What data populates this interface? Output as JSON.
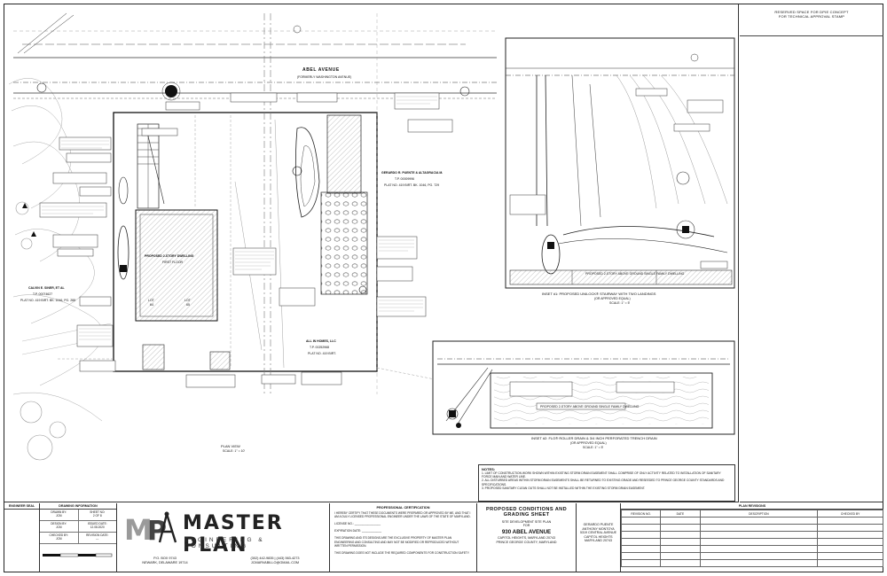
{
  "stamp": {
    "line1": "RESERVED SPACE FOR DPIE CONCEPT",
    "line2": "FOR TECHNICAL APPROVAL STAMP"
  },
  "plan": {
    "street_name": "ABEL AVENUE",
    "street_former": "(FORMERLY WASHINGTON AVENUE)",
    "owner_right_1": "GERARDO R. PUENTE & ALTAGRACIA M.",
    "owner_right_2": "T.P. 00009996",
    "owner_right_3": "PLAT NO. 419 BIRT. BK. 1046, PG. 729",
    "owner_left_1": "CALVIN E. SINER, ET AL",
    "owner_left_2": "T.P. 00074627",
    "owner_left_3": "PLAT NO. 419 BIRT. BK. 1046, PG. 288",
    "owner_bottom_1": "ALL IN HOMES, LLC",
    "owner_bottom_2": "T.P. 00252968",
    "owner_bottom_3": "PLAT NO. 419 BIRT.",
    "dwelling_label": "PROPOSED 2-STORY DWELLING",
    "dwelling_sub": "FIRST FLOOR",
    "lot_a": "LOT",
    "lot_a_num": "64",
    "lot_b": "LOT",
    "lot_b_num": "65",
    "view_title": "PLAN VIEW",
    "view_scale": "SCALE: 1\" = 10'"
  },
  "inset1": {
    "title": "INSET #1: PROPOSED UNILOCK® STAIRWAY WITH TWO LANDINGS",
    "sub": "(OR APPROVED EQUAL)",
    "scale": "SCALE: 1\" = 5'",
    "note": "PROPOSED 2-STORY ABOVE GROUND SINGLE FAMILY DWELLING"
  },
  "inset2": {
    "title": "INSET #2: FLO® ROLLER DRAIN & 3/4 INCH PERFORATED TRENCH DRAIN",
    "sub": "(OR APPROVED EQUAL)",
    "scale": "SCALE: 1\" = 5'",
    "note": "PROPOSED 2-STORY ABOVE GROUND SINGLE FAMILY DWELLING"
  },
  "notes": {
    "title": "NOTES:",
    "items": [
      "1.   LIMIT OF CONSTRUCTION WORK SHOWN WITHIN EXISTING STORM DRAIN EASEMENT SHALL COMPRISE OF ONLY ACTIVITY RELATED TO INSTALLATION OF SANITARY FORCE MAIN AND WATER LINE.",
      "2.   ALL DISTURBED AREAS WITHIN STORM DRAIN EASEMENTS SHALL BE RETURNED TO EXISTING GRADE AND RESEEDED TO PRINCE GEORGE COUNTY STANDARDS AND SPECIFICATIONS.",
      "3.   PROPOSED SANITARY CLEAN OUTS SHALL NOT BE INSTALLED WITHIN THE EXISTING STORM DRAIN EASEMENT."
    ]
  },
  "title_block": {
    "engineer_seal": "ENGINEER SEAL",
    "drawing_info": "DRAWING INFORMATION",
    "drawn_by_label": "DRAWN BY:",
    "drawn_by": "JCM",
    "sheet_no_label": "SHEET NO:",
    "sheet_no": "2 OF 8",
    "design_by_label": "DESIGN BY:",
    "design_by": "JCM",
    "issued_label": "ISSUED DATE:",
    "issued": "12.08.2020",
    "checked_label": "CHECKED BY:",
    "checked": "JCM",
    "revision_label": "REVISION DATE:",
    "revision": "---",
    "company_name": "MASTER PLAN",
    "company_sub": "ENGINEERING & CONSULTING",
    "company_address": "P.O. BOX 9743",
    "company_city": "NEWARK, DELAWARE 19714",
    "company_phone": "(302) 442-9835 | (443) 563-4273",
    "company_email": "JCMARVABILLO@GMAIL.COM",
    "cert_title": "PROFESSIONAL CERTIFICATION",
    "cert_text": "I HEREBY CERTIFY THAT THESE DOCUMENTS WERE PREPARED OR APPROVED BY ME, AND THAT I AM A DULY LICENSED PROFESSIONAL ENGINEER UNDER THE LAWS OF THE STATE OF MARYLAND.",
    "license_label": "LICENSE NO.:",
    "expiration_label": "EXPIRATION DATE:",
    "property_text": "THIS DRAWING AND ITS DESIGNS ARE THE EXCLUSIVE PROPERTY OF MASTER PLAN ENGINEERING AND CONSULTING AND MAY NOT BE MODIFIED OR REPRODUCED WITHOUT WRITTEN PERMISSION.",
    "components_text": "THIS DRAWING DOES NOT INCLUDE THE REQUIRED COMPONENTS FOR CONSTRUCTION SAFETY.",
    "sheet_title_1": "PROPOSED CONDITIONS AND",
    "sheet_title_2": "GRADING SHEET",
    "plan_type_1": "SITE DEVELOPMENT SITE PLAN",
    "plan_type_2": "FOR",
    "site_address": "930 ABEL AVENUE",
    "site_city": "CAPITOL HEIGHTS, MARYLAND 20743",
    "site_county": "PRINCE GEORGE COUNTY, MARYLAND",
    "client_1": "GERARDO PUENTE",
    "client_2": "ANTHONY MONTOYA",
    "client_3": "5319 CENTRAL AVENUE",
    "client_4": "CAPITOL HEIGHTS",
    "client_5": "MARYLAND 20743",
    "plan_revisions": "PLAN REVISIONS",
    "rev_no": "REVISION NO.",
    "rev_date": "DATE",
    "rev_desc": "DESCRIPTION",
    "rev_checked": "CHECKED BY"
  }
}
